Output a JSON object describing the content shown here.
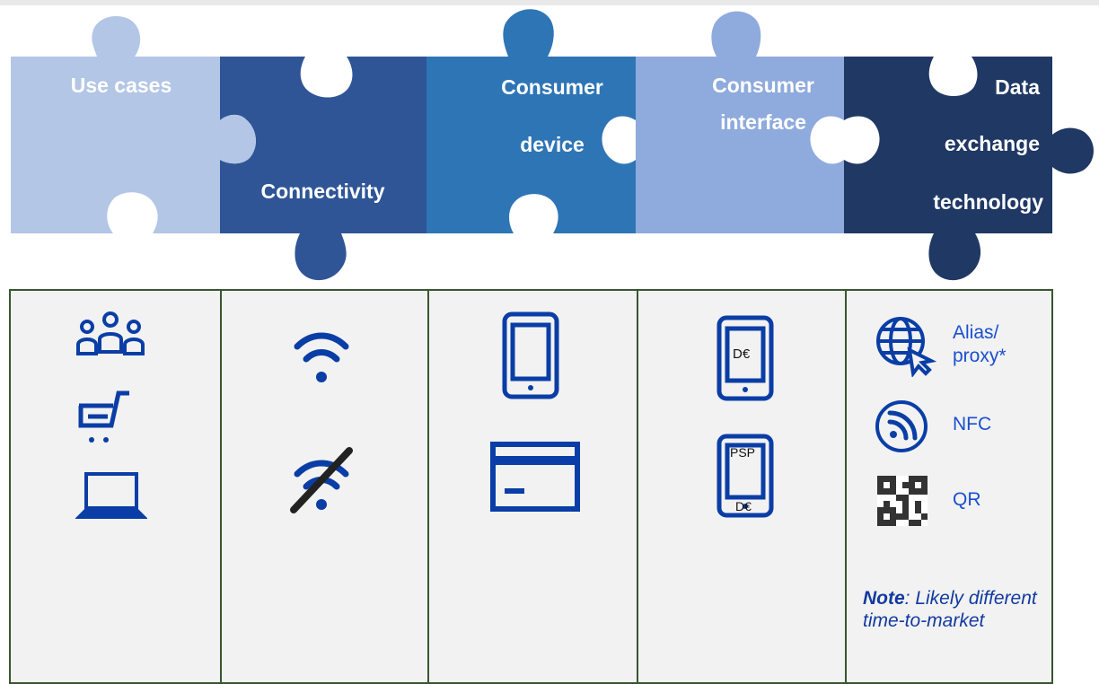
{
  "puzzle": {
    "pieces": [
      {
        "id": "use_cases",
        "lines": [
          "Use cases"
        ],
        "color": "#b3c6e6"
      },
      {
        "id": "connectivity",
        "lines": [
          "Connectivity"
        ],
        "color": "#2f5597"
      },
      {
        "id": "consumer_device",
        "lines": [
          "Consumer",
          "device"
        ],
        "color": "#2e75b6"
      },
      {
        "id": "consumer_interface",
        "lines": [
          "Consumer",
          "interface"
        ],
        "color": "#8faadc"
      },
      {
        "id": "data_exchange",
        "lines": [
          "Data",
          "exchange",
          "technology"
        ],
        "color": "#1f3864"
      }
    ]
  },
  "columns": {
    "use_cases": {
      "icons": [
        "people-group-icon",
        "shopping-cart-icon",
        "laptop-icon"
      ]
    },
    "connectivity": {
      "icons": [
        "wifi-icon",
        "wifi-off-icon"
      ]
    },
    "consumer_device": {
      "icons": [
        "smartphone-icon",
        "card-icon"
      ]
    },
    "consumer_interface": {
      "icons": [
        "phone-euro-icon",
        "phone-psp-icon"
      ],
      "phone1_text": "D€",
      "phone2_top_text": "PSP",
      "phone2_bottom_text": "D€"
    },
    "data_exchange": {
      "items": [
        {
          "icon": "globe-cursor-icon",
          "label": "Alias/ proxy*"
        },
        {
          "icon": "nfc-icon",
          "label": "NFC"
        },
        {
          "icon": "qr-code-icon",
          "label": "QR"
        }
      ],
      "note_bold": "Note",
      "note_text": ": Likely different time-to-market"
    }
  },
  "colors": {
    "icon_blue": "#0a3ea6",
    "label_blue": "#1a4fd0",
    "grid_border": "#38562f",
    "grid_fill": "#f2f2f2"
  }
}
